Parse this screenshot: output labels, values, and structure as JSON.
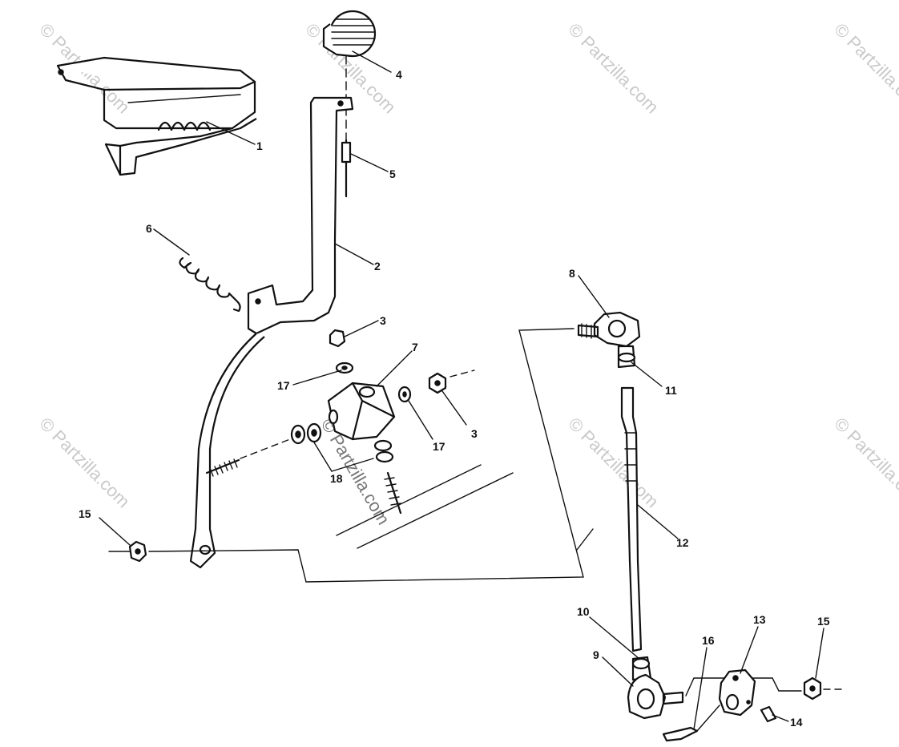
{
  "watermark": "© Partzilla.com",
  "callouts": [
    "1",
    "2",
    "3",
    "3",
    "4",
    "5",
    "6",
    "7",
    "8",
    "9",
    "10",
    "11",
    "12",
    "13",
    "14",
    "15",
    "15",
    "16",
    "17",
    "17",
    "18"
  ]
}
